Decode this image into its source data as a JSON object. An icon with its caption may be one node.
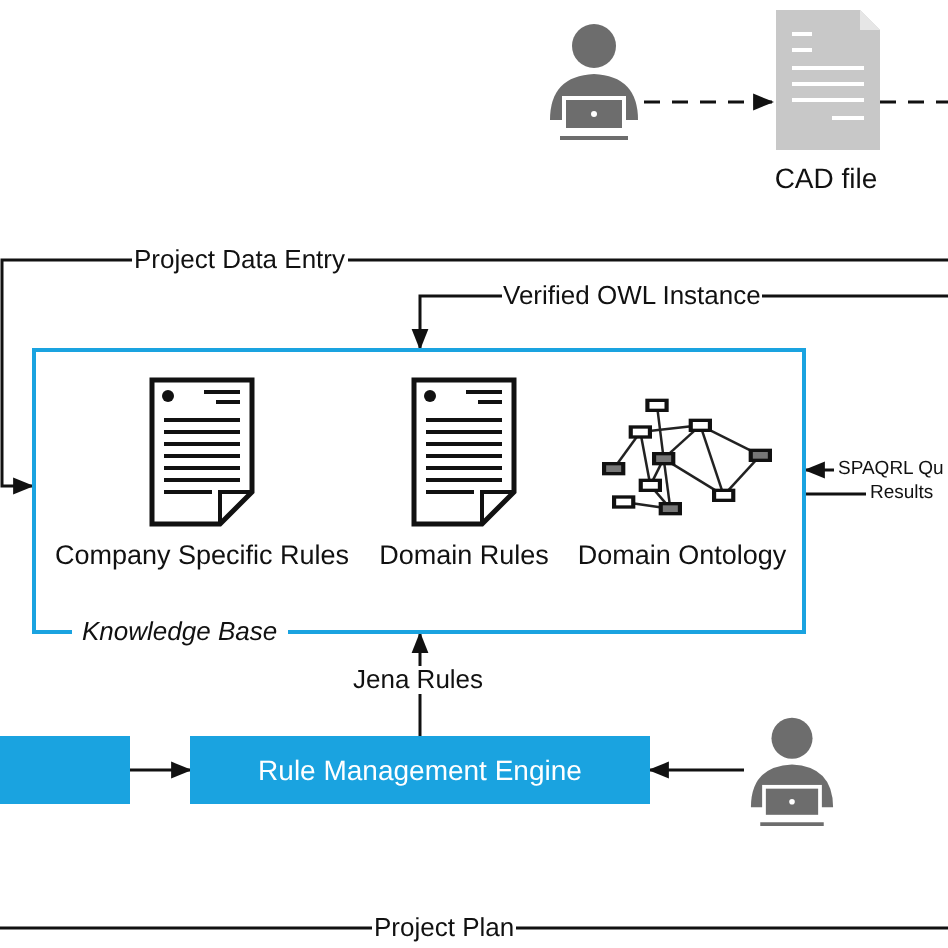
{
  "diagram": {
    "nodes": [
      {
        "text": [],
        "shape": "person"
      },
      {
        "text": [
          "CAD file"
        ]
      },
      {
        "text": [
          "Knowledge Base"
        ]
      },
      {
        "text": [
          "Company Specific Rules"
        ],
        "in": 2
      },
      {
        "text": [
          "Domain Rules"
        ],
        "in": 2
      },
      {
        "text": [
          "Domain Ontology"
        ],
        "in": 2
      },
      {
        "text": [],
        "shape": "box"
      },
      {
        "text": [
          "Rule Management Engine"
        ]
      },
      {
        "text": [],
        "shape": "person"
      }
    ],
    "edges": [
      {
        "from": 0,
        "to": 1,
        "arrow": "to",
        "style": "dashed"
      },
      {
        "from": 1,
        "to": null,
        "arrow": "none",
        "style": "dashed"
      },
      {
        "from": null,
        "to": 2,
        "arrow": "to",
        "label": "Project Data Entry"
      },
      {
        "from": null,
        "to": 2,
        "arrow": "to",
        "label": "Verified OWL Instance"
      },
      {
        "from": null,
        "to": 2,
        "arrow": "to",
        "label": "SPAQRL Qu"
      },
      {
        "from": 2,
        "to": null,
        "arrow": "none",
        "label": "Results"
      },
      {
        "from": 6,
        "to": 7,
        "arrow": "to"
      },
      {
        "from": 8,
        "to": 7,
        "arrow": "to"
      },
      {
        "from": 7,
        "to": 2,
        "arrow": "to",
        "label": "Jena Rules"
      }
    ],
    "labels": [
      "Project Plan"
    ]
  }
}
